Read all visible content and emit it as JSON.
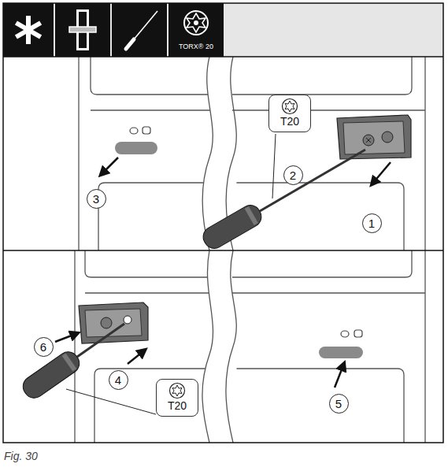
{
  "diagram": {
    "caption": "Fig. 30",
    "nodes": [
      {
        "text": [
          "TORX® 20"
        ]
      },
      {
        "text": [
          "T20"
        ]
      },
      {
        "text": [
          "2"
        ]
      },
      {
        "text": [
          "1"
        ]
      },
      {
        "text": [
          "3"
        ]
      },
      {
        "text": [
          "6"
        ]
      },
      {
        "text": [
          "4"
        ]
      },
      {
        "text": [
          "T20"
        ]
      },
      {
        "text": [
          "5"
        ]
      }
    ]
  }
}
